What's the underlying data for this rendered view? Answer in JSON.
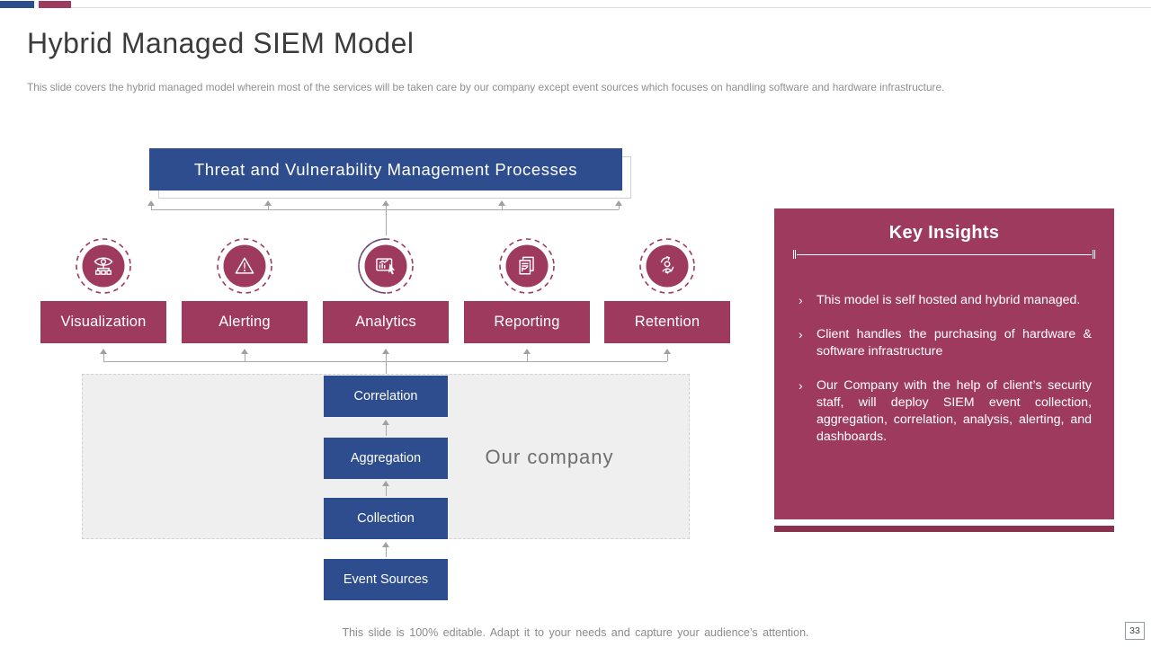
{
  "slide": {
    "title": "Hybrid Managed SIEM Model",
    "subtitle": "This slide covers the hybrid managed model wherein most of the services will be taken care by our company except event sources which focuses on handling software and hardware infrastructure.",
    "footer": "This slide is 100% editable. Adapt it to your needs and capture your audience’s attention.",
    "page_number": "33"
  },
  "banner": {
    "label": "Threat and Vulnerability Management Processes"
  },
  "processes": [
    {
      "label": "Visualization",
      "icon": "visualization-eye-icon"
    },
    {
      "label": "Alerting",
      "icon": "alert-triangle-icon"
    },
    {
      "label": "Analytics",
      "icon": "analytics-chart-icon"
    },
    {
      "label": "Reporting",
      "icon": "reporting-document-icon"
    },
    {
      "label": "Retention",
      "icon": "retention-sync-person-icon"
    }
  ],
  "pipeline": {
    "company_label": "Our company",
    "stages": [
      "Correlation",
      "Aggregation",
      "Collection"
    ],
    "external_stage": "Event Sources"
  },
  "key_insights": {
    "title": "Key Insights",
    "marker": "›",
    "bullets": [
      "This model is self hosted and hybrid managed.",
      "Client handles the purchasing of hardware & software infrastructure",
      "Our Company with the help of client’s security staff, will deploy SIEM event collection, aggregation, correlation, analysis, alerting, and dashboards."
    ]
  },
  "colors": {
    "blue": "#2e4d8e",
    "maroon": "#9e3a5e",
    "maroon_dark": "#8a3150",
    "zone_gray": "#efefef"
  }
}
